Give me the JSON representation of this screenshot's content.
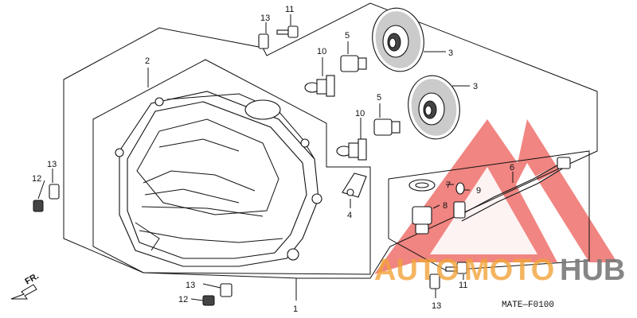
{
  "callouts": {
    "c1": "1",
    "c2": "2",
    "c3a": "3",
    "c3b": "3",
    "c4": "4",
    "c5a": "5",
    "c5b": "5",
    "c6": "6",
    "c7": "7",
    "c8": "8",
    "c9": "9",
    "c10a": "10",
    "c10b": "10",
    "c11a": "11",
    "c11b": "11",
    "c12a": "12",
    "c12b": "12",
    "c13a": "13",
    "c13b": "13",
    "c13c": "13",
    "c13d": "13"
  },
  "direction_label": "FR.",
  "diagram_code": "MATE—F0100",
  "watermark": {
    "part1": "AUTO",
    "part2": "MOTO",
    "part3": "HUB",
    "color_red": "#e8403a",
    "color_orange": "#f2a33a",
    "color_gray": "#7a7a7a"
  }
}
